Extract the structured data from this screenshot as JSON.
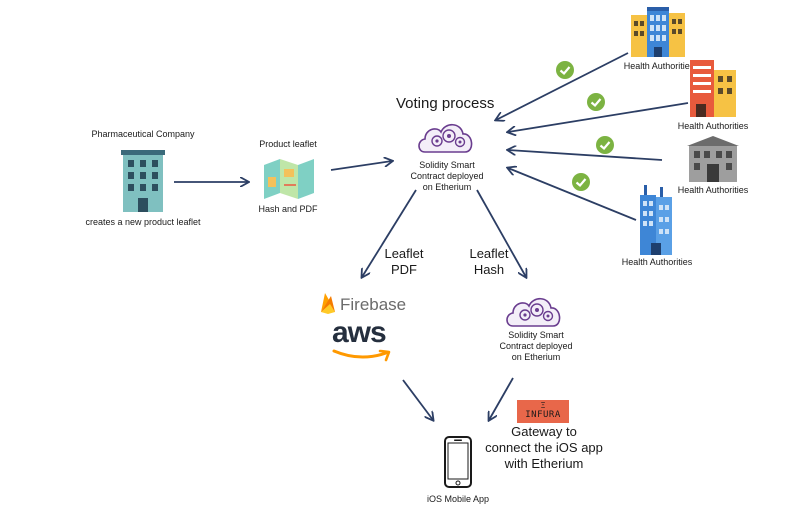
{
  "pharma": {
    "title": "Pharmaceutical Company",
    "caption": "creates a new product leaflet"
  },
  "leaflet": {
    "title": "Product leaflet",
    "caption": "Hash and PDF"
  },
  "voting": {
    "title": "Voting process",
    "contract_line1": "Solidity Smart",
    "contract_line2": "Contract deployed",
    "contract_line3": "on Etherium"
  },
  "authorities": [
    {
      "label": "Health Authorities"
    },
    {
      "label": "Health Authorities"
    },
    {
      "label": "Health Authorities"
    },
    {
      "label": "Health Authorities"
    }
  ],
  "edges": {
    "pdf_line1": "Leaflet",
    "pdf_line2": "PDF",
    "hash_line1": "Leaflet",
    "hash_line2": "Hash"
  },
  "storage": {
    "firebase": "Firebase",
    "aws": "aws"
  },
  "contract2": {
    "line1": "Solidity Smart",
    "line2": "Contract deployed",
    "line3": "on Etherium"
  },
  "infura": {
    "logo": "INFURA",
    "line1": "Gateway to",
    "line2": "connect the iOS app",
    "line3": "with Etherium"
  },
  "ios": {
    "label": "iOS Mobile App"
  },
  "colors": {
    "arrow": "#2c3e64",
    "check": "#7cb342",
    "cloud": "#6a3d8f",
    "infura": "#e8674a",
    "firebase": "#f5a623",
    "aws_orange": "#ff9900"
  }
}
